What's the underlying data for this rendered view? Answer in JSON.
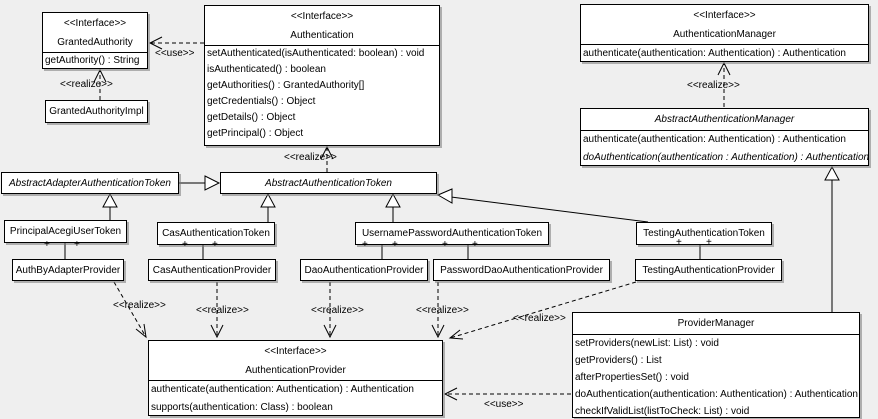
{
  "labels": {
    "interface_stereotype": "<<Interface>>",
    "use": "<<use>>",
    "realize": "<<realize>>",
    "plus": "+"
  },
  "classes": {
    "granted_authority": {
      "stereotype": "<<Interface>>",
      "name": "GrantedAuthority",
      "methods": [
        "getAuthority() : String"
      ]
    },
    "granted_authority_impl": {
      "name": "GrantedAuthorityImpl"
    },
    "authentication": {
      "stereotype": "<<Interface>>",
      "name": "Authentication",
      "methods": [
        "setAuthenticated(isAuthenticated: boolean) : void",
        "isAuthenticated() : boolean",
        "getAuthorities() : GrantedAuthority[]",
        "getCredentials() : Object",
        "getDetails() : Object",
        "getPrincipal() : Object"
      ]
    },
    "authentication_manager": {
      "stereotype": "<<Interface>>",
      "name": "AuthenticationManager",
      "methods": [
        "authenticate(authentication: Authentication) : Authentication"
      ]
    },
    "abstract_authentication_manager": {
      "name": "AbstractAuthenticationManager",
      "methods": [
        "authenticate(authentication: Authentication) : Authentication",
        "doAuthentication(authentication : Authentication) : Authentication"
      ]
    },
    "abstract_adapter_authentication_token": {
      "name": "AbstractAdapterAuthenticationToken"
    },
    "abstract_authentication_token": {
      "name": "AbstractAuthenticationToken"
    },
    "principal_acegi_user_token": {
      "name": "PrincipalAcegiUserToken"
    },
    "cas_authentication_token": {
      "name": "CasAuthenticationToken"
    },
    "username_password_authentication_token": {
      "name": "UsernamePasswordAuthenticationToken"
    },
    "testing_authentication_token": {
      "name": "TestingAuthenticationToken"
    },
    "auth_by_adapter_provider": {
      "name": "AuthByAdapterProvider"
    },
    "cas_authentication_provider": {
      "name": "CasAuthenticationProvider"
    },
    "dao_authentication_provider": {
      "name": "DaoAuthenticationProvider"
    },
    "password_dao_authentication_provider": {
      "name": "PasswordDaoAuthenticationProvider"
    },
    "testing_authentication_provider": {
      "name": "TestingAuthenticationProvider"
    },
    "authentication_provider": {
      "stereotype": "<<Interface>>",
      "name": "AuthenticationProvider",
      "methods": [
        "authenticate(authentication: Authentication) : Authentication",
        "supports(authentication: Class) : boolean"
      ]
    },
    "provider_manager": {
      "name": "ProviderManager",
      "methods": [
        "setProviders(newList: List) : void",
        "getProviders() : List",
        "afterPropertiesSet() : void",
        "doAuthentication(authentication: Authentication) : Authentication",
        "checkIfValidList(listToCheck: List) : void"
      ]
    }
  }
}
